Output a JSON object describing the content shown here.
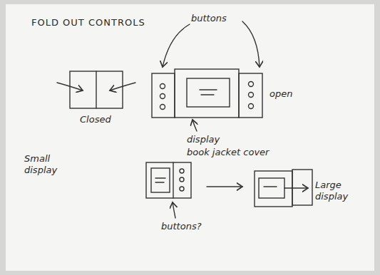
{
  "diagram": {
    "title": "FOLD OUT CONTROLS",
    "labels": [
      "Closed",
      "buttons",
      "open",
      "display",
      "Small display",
      "book jacket cover",
      "buttons?",
      "Large display"
    ]
  }
}
